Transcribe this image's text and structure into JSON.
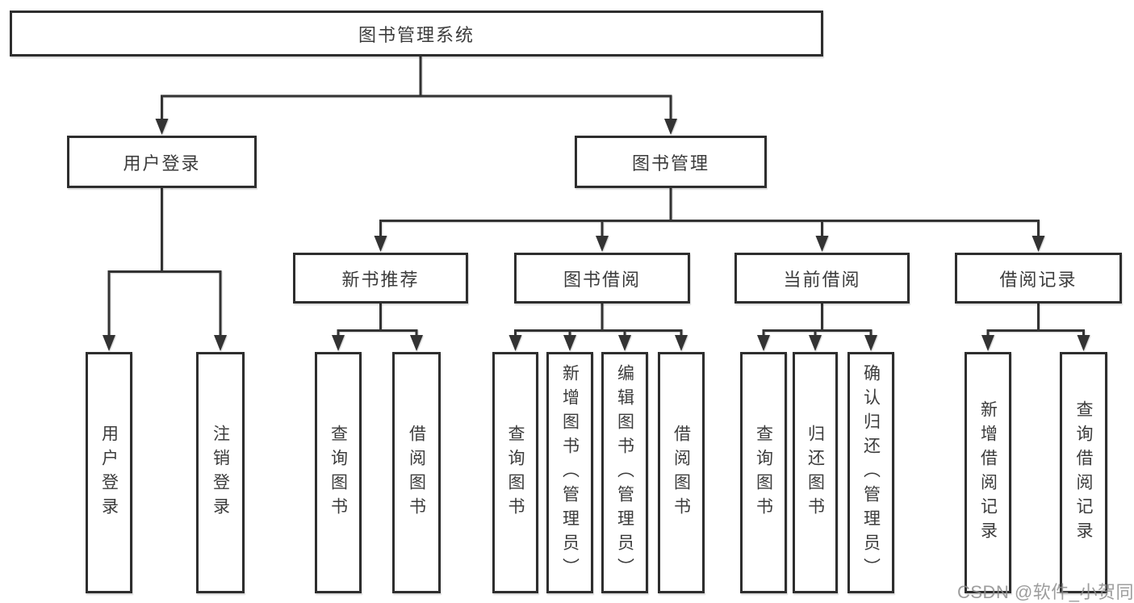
{
  "diagram": {
    "type": "hierarchy-tree",
    "root": {
      "label": "图书管理系统"
    },
    "branches": {
      "user_login": {
        "label": "用户登录",
        "children": {
          "login": {
            "label": "用户登录"
          },
          "logout": {
            "label": "注销登录"
          }
        }
      },
      "book_management": {
        "label": "图书管理",
        "children": {
          "new_book_recommend": {
            "label": "新书推荐",
            "children": {
              "query_books": {
                "label": "查询图书"
              },
              "borrow_books": {
                "label": "借阅图书"
              }
            }
          },
          "book_borrowing": {
            "label": "图书借阅",
            "children": {
              "query_books": {
                "label": "查询图书"
              },
              "add_books_admin": {
                "label": "新增图书（管理员）"
              },
              "edit_books_admin": {
                "label": "编辑图书（管理员）"
              },
              "borrow_books": {
                "label": "借阅图书"
              }
            }
          },
          "current_borrowing": {
            "label": "当前借阅",
            "children": {
              "query_books": {
                "label": "查询图书"
              },
              "return_books": {
                "label": "归还图书"
              },
              "confirm_return_admin": {
                "label": "确认归还（管理员）"
              }
            }
          },
          "borrowing_records": {
            "label": "借阅记录",
            "children": {
              "add_record": {
                "label": "新增借阅记录"
              },
              "query_record": {
                "label": "查询借阅记录"
              }
            }
          }
        }
      }
    },
    "colors": {
      "line": "#333333",
      "box_border": "#2e2e2e",
      "text": "#3c3c3c",
      "background": "#ffffff",
      "watermark": "#8c8c8c"
    }
  },
  "watermark": {
    "text": "CSDN @软件_小贺同学"
  }
}
